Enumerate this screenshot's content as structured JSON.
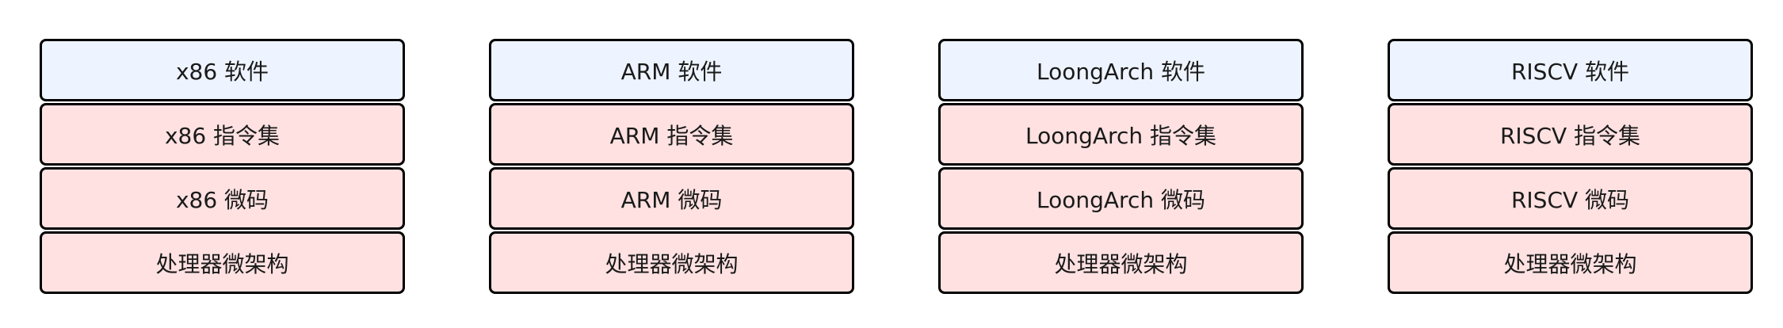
{
  "colors": {
    "software_fill": "#eef4ff",
    "hardware_fill": "#ffe1e1",
    "border": "#000000"
  },
  "stacks": [
    {
      "software": "x86 软件",
      "isa": "x86 指令集",
      "microcode": "x86 微码",
      "microarch": "处理器微架构"
    },
    {
      "software": "ARM 软件",
      "isa": "ARM 指令集",
      "microcode": "ARM 微码",
      "microarch": "处理器微架构"
    },
    {
      "software": "LoongArch 软件",
      "isa": "LoongArch 指令集",
      "microcode": "LoongArch 微码",
      "microarch": "处理器微架构"
    },
    {
      "software": "RISCV 软件",
      "isa": "RISCV 指令集",
      "microcode": "RISCV 微码",
      "microarch": "处理器微架构"
    }
  ]
}
